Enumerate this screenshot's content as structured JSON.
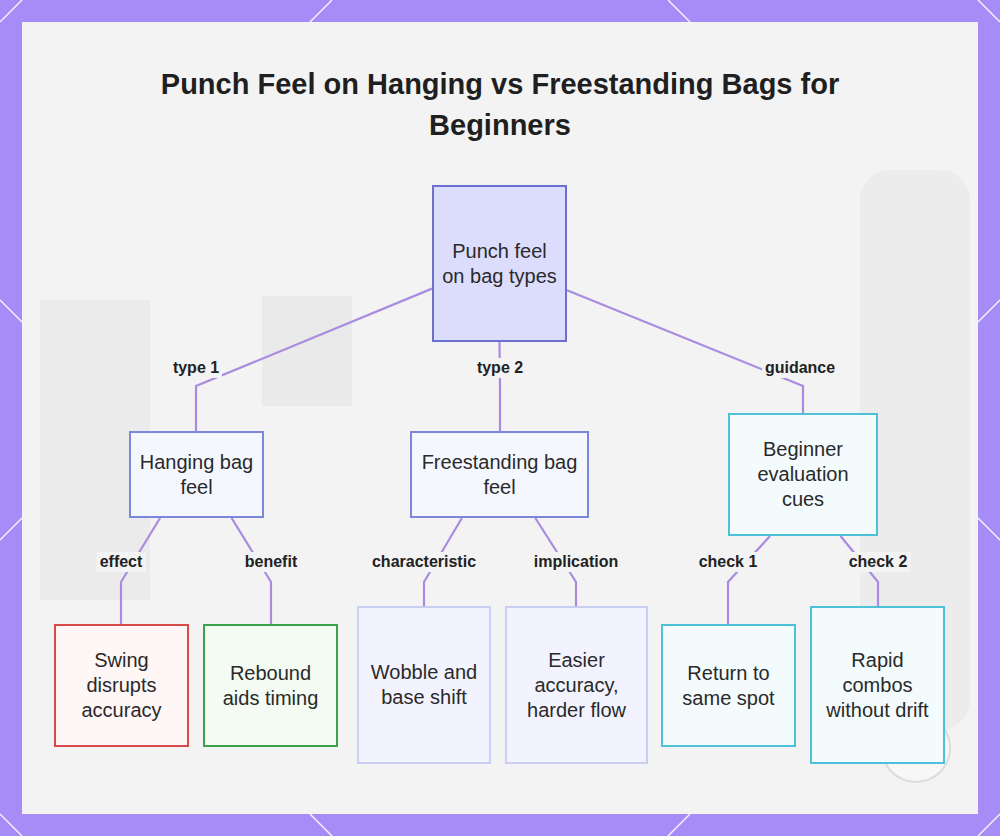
{
  "diagram": {
    "title": "Punch Feel on Hanging vs Freestanding Bags for Beginners",
    "nodes": [
      {
        "text": [
          "Punch feel on bag types"
        ]
      },
      {
        "text": [
          "Hanging bag feel"
        ]
      },
      {
        "text": [
          "Freestanding bag feel"
        ]
      },
      {
        "text": [
          "Beginner evaluation cues"
        ]
      },
      {
        "text": [
          "Swing disrupts accuracy"
        ]
      },
      {
        "text": [
          "Rebound aids timing"
        ]
      },
      {
        "text": [
          "Wobble and base shift"
        ]
      },
      {
        "text": [
          "Easier accuracy, harder flow"
        ]
      },
      {
        "text": [
          "Return to same spot"
        ]
      },
      {
        "text": [
          "Rapid combos without drift"
        ]
      }
    ],
    "edges": [
      {
        "from": 0,
        "to": 1,
        "label": "type 1",
        "arrow": "none"
      },
      {
        "from": 0,
        "to": 2,
        "label": "type 2",
        "arrow": "none"
      },
      {
        "from": 0,
        "to": 3,
        "label": "guidance",
        "arrow": "none"
      },
      {
        "from": 1,
        "to": 4,
        "label": "effect",
        "arrow": "none"
      },
      {
        "from": 1,
        "to": 5,
        "label": "benefit",
        "arrow": "none"
      },
      {
        "from": 2,
        "to": 6,
        "label": "characteristic",
        "arrow": "none"
      },
      {
        "from": 2,
        "to": 7,
        "label": "implication",
        "arrow": "none"
      },
      {
        "from": 3,
        "to": 8,
        "label": "check 1",
        "arrow": "none"
      },
      {
        "from": 3,
        "to": 9,
        "label": "check 2",
        "arrow": "none"
      }
    ]
  }
}
